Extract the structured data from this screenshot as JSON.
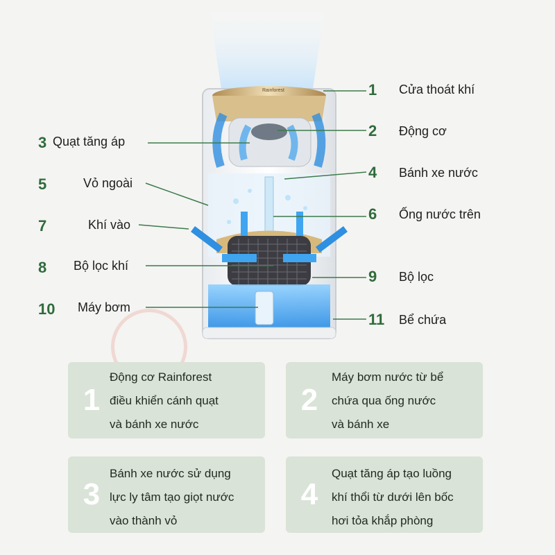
{
  "labels": {
    "l1": {
      "num": "1",
      "text": "Cửa thoát khí"
    },
    "l2": {
      "num": "2",
      "text": "Động cơ"
    },
    "l3": {
      "num": "3",
      "text": "Quạt tăng áp"
    },
    "l4": {
      "num": "4",
      "text": "Bánh xe nước"
    },
    "l5": {
      "num": "5",
      "text": "Vỏ ngoài"
    },
    "l6": {
      "num": "6",
      "text": "Ống nước trên"
    },
    "l7": {
      "num": "7",
      "text": "Khí vào"
    },
    "l8": {
      "num": "8",
      "text": "Bộ lọc khí"
    },
    "l9": {
      "num": "9",
      "text": "Bộ lọc"
    },
    "l10": {
      "num": "10",
      "text": "Máy bơm"
    },
    "l11": {
      "num": "11",
      "text": "Bể chứa"
    }
  },
  "device": {
    "brand_text": "Rainforest"
  },
  "cards": [
    {
      "num": "1",
      "lines": [
        "Động cơ Rainforest",
        "điều khiển cánh quạt",
        "và bánh xe nước"
      ]
    },
    {
      "num": "2",
      "lines": [
        "Máy bơm nước từ bể",
        "chứa qua ống nước",
        "và bánh xe"
      ]
    },
    {
      "num": "3",
      "lines": [
        "Bánh xe nước sử dụng",
        "lực ly tâm tạo giọt nước",
        "vào thành vỏ"
      ]
    },
    {
      "num": "4",
      "lines": [
        "Quạt tăng áp tạo luồng",
        "khí thổi từ dưới lên bốc",
        "hơi tỏa khắp phòng"
      ]
    }
  ],
  "colors": {
    "accent_green": "#2f6b3c",
    "card_bg": "#d9e3d7",
    "airflow_blue": "#2f8fe0",
    "water_blue": "#3fa5f0",
    "gold": "#c9a86a"
  }
}
